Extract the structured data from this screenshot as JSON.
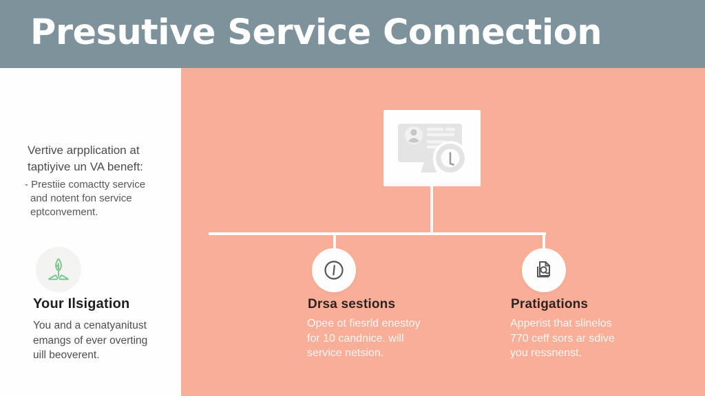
{
  "title": "Presutive Service Connection",
  "left_panel": {
    "intro_lines": [
      "Vertive arpplication at",
      "taptiyive un VA beneft:"
    ],
    "bullet_lines": [
      "- Prestiie comactty service",
      "and notent fon service",
      "eptconvement."
    ],
    "feature": {
      "icon": "sprout-book-icon",
      "title": "Your Ilsigation",
      "body_lines": [
        "You and a cenatyanitust",
        "emangs of ever overting",
        "uill beoverent."
      ]
    }
  },
  "diagram": {
    "root_icon": "monitor-user-clock-icon",
    "branches": [
      {
        "icon": "circled-number-one-icon",
        "title": "Drsa sestions",
        "body_lines": [
          "Opee ot fiesrld enestoy",
          "for 10 candnice. will",
          "service netsion."
        ]
      },
      {
        "icon": "scanned-document-icon",
        "title": "Pratigations",
        "body_lines": [
          "Apperist that slinelos",
          "770 ceff sors ar sdive",
          "you ressnenst."
        ]
      }
    ]
  },
  "colors": {
    "header_bg": "#7E929B",
    "left_panel_bg": "#FEFEFE",
    "diagram_bg": "#F9AE97",
    "accent_green": "#7FC492",
    "header_text": "#FFFFFF",
    "body_text": "#4C4C4C",
    "node_title_text": "#2E241F",
    "node_body_text": "#FFFFFF",
    "connector": "#FDFDFD",
    "icon_stroke": "#555555"
  }
}
